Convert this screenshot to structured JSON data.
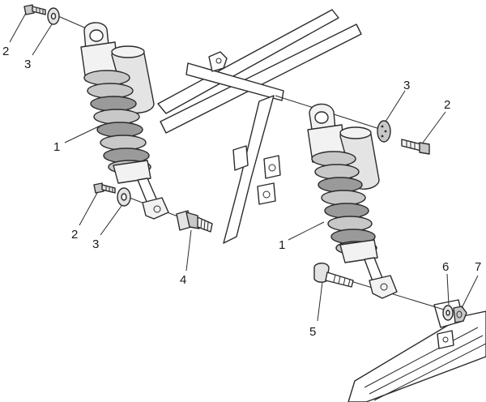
{
  "callouts": {
    "shock_left": "1",
    "bolt_top_left": "2",
    "washer_top_left": "3",
    "bolt_mid_left": "2",
    "washer_mid_left": "3",
    "pin_left": "4",
    "shock_right": "1",
    "washer_right": "3",
    "bolt_right": "2",
    "bolt_lower_right": "5",
    "washer_lower_right": "6",
    "nut_lower_right": "7"
  },
  "colors": {
    "outline": "#2b2b2b",
    "body_fill": "#f2f2f2",
    "spring_fill": "#c8c8c8",
    "spring_dark": "#9a9a9a",
    "reservoir_fill": "#e4e4e4",
    "frame_fill": "#ffffff",
    "text": "#1a1a1a"
  }
}
